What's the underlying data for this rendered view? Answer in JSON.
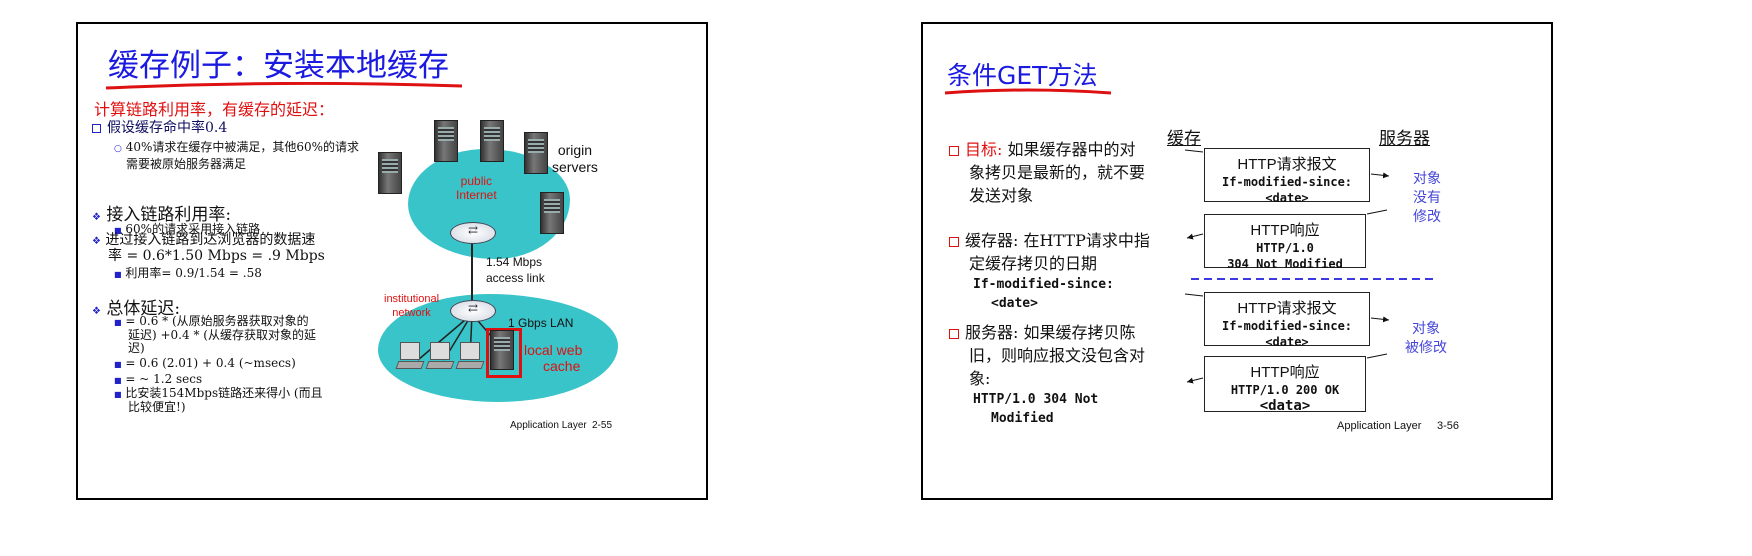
{
  "left_slide": {
    "title": "缓存例子：安装本地缓存",
    "heading": "计算链路利用率，有缓存的延迟：",
    "bullet1": "假设缓存命中率0.4",
    "sub1_line1": "40%请求在缓存中被满足，其他60%的请求",
    "sub1_line2": "需要被原始服务器满足",
    "bullet2": "接入链路利用率:",
    "sub2": "60%的请求采用接入链路",
    "bullet3_line1": "进过接入链路到达浏览器的数据速",
    "bullet3_line2": "率 = 0.6*1.50 Mbps = .9 Mbps",
    "sub3": "利用率= 0.9/1.54 = .58",
    "bullet4": "总体延迟:",
    "sub4a_line1": "= 0.6 * (从原始服务器获取对象的",
    "sub4a_line2": "延迟) +0.4 * (从缓存获取对象的延",
    "sub4a_line3": "迟)",
    "sub4b": "= 0.6 (2.01) + 0.4 (~msecs)",
    "sub4c": "= ~ 1.2 secs",
    "sub4d_line1": "比安装154Mbps链路还来得小 (而且",
    "sub4d_line2": "比较便宜!)",
    "diagram": {
      "origin_line1": "origin",
      "origin_line2": "servers",
      "public_line1": "public",
      "public_line2": "Internet",
      "link_line1": "1.54 Mbps",
      "link_line2": "access link",
      "inst_line1": "institutional",
      "inst_line2": "network",
      "lan": "1 Gbps LAN",
      "cache_line1": "local web",
      "cache_line2": "cache"
    },
    "footer_label": "Application Layer",
    "footer_page": "2-55"
  },
  "right_slide": {
    "title": "条件GET方法",
    "col_cache": "缓存",
    "col_server": "服务器",
    "goal_label": "目标:",
    "goal_line1": " 如果缓存器中的对",
    "goal_line2": "象拷贝是最新的，就不要",
    "goal_line3": "发送对象",
    "cache_line1": "缓存器: 在HTTP请求中指",
    "cache_line2": "定缓存拷贝的日期",
    "cache_code1": "If-modified-since:",
    "cache_code2": "<date>",
    "server_line1": "服务器: 如果缓存拷贝陈",
    "server_line2": "旧，则响应报文没包含对",
    "server_line3": "象:",
    "server_code1": "HTTP/1.0 304 Not",
    "server_code2": "Modified",
    "msg1": {
      "l1": "HTTP请求报文",
      "l2": "If-modified-since:",
      "l3": "<date>"
    },
    "msg2": {
      "l1": "HTTP响应",
      "l2": "HTTP/1.0",
      "l3": "304 Not Modified"
    },
    "msg3": {
      "l1": "HTTP请求报文",
      "l2": "If-modified-since:",
      "l3": "<date>"
    },
    "msg4": {
      "l1": "HTTP响应",
      "l2": "HTTP/1.0 200 OK",
      "l3": "<data>"
    },
    "note1_line1": "对象",
    "note1_line2": "没有",
    "note1_line3": "修改",
    "note2_line1": "对象",
    "note2_line2": "被修改",
    "footer_label": "Application Layer",
    "footer_page": "3-56"
  },
  "colors": {
    "title_blue": "#1a1ae0",
    "heading_red": "#e01010",
    "cloud_teal": "#39c4c9",
    "note_blue": "#4646d8"
  }
}
